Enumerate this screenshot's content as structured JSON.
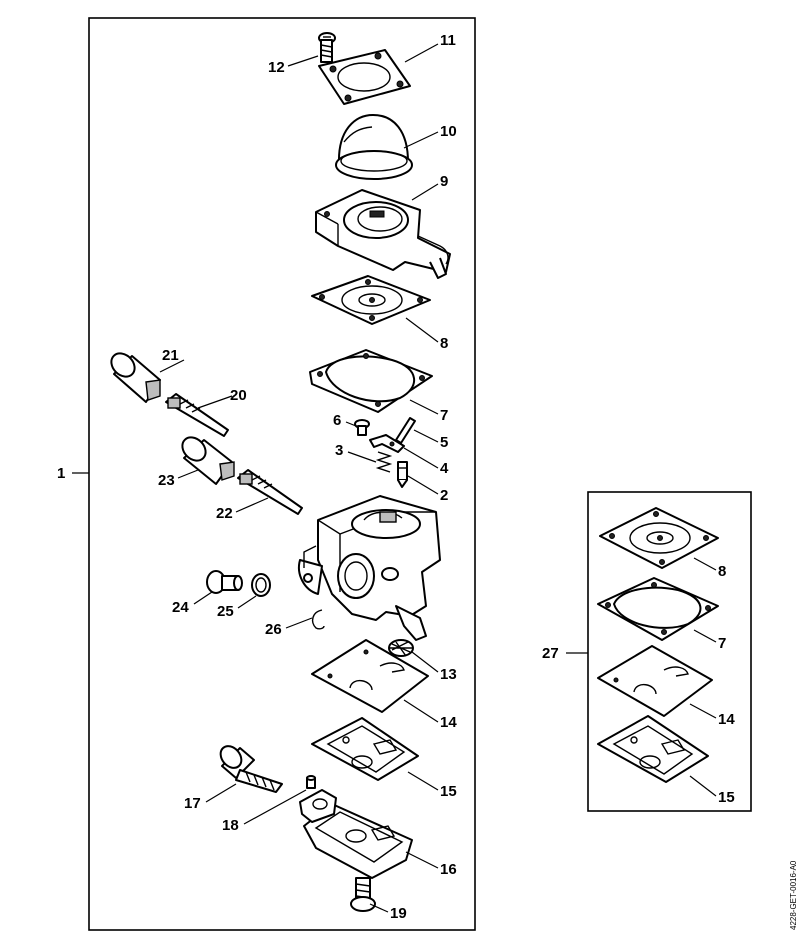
{
  "document_id": "4228-GET-0016-A0",
  "callouts": [
    "1",
    "2",
    "3",
    "4",
    "5",
    "6",
    "7",
    "8",
    "9",
    "10",
    "11",
    "12",
    "13",
    "14",
    "15",
    "16",
    "17",
    "18",
    "19",
    "20",
    "21",
    "22",
    "23",
    "24",
    "25",
    "26",
    "27"
  ],
  "kit_callouts": [
    "8",
    "7",
    "14",
    "15"
  ]
}
